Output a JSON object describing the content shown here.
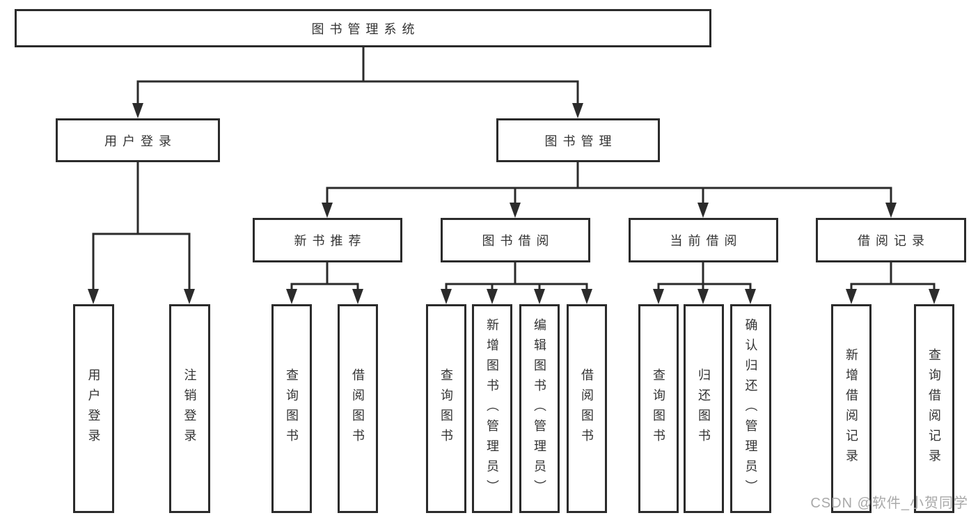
{
  "diagram": {
    "tree": {
      "root": "图书管理系统",
      "children": [
        {
          "label": "用户登录",
          "children": [
            "用户登录",
            "注销登录"
          ]
        },
        {
          "label": "图书管理",
          "children": [
            {
              "label": "新书推荐",
              "children": [
                "查询图书",
                "借阅图书"
              ]
            },
            {
              "label": "图书借阅",
              "children": [
                "查询图书",
                "新增图书（管理员）",
                "编辑图书（管理员）",
                "借阅图书"
              ]
            },
            {
              "label": "当前借阅",
              "children": [
                "查询图书",
                "归还图书",
                "确认归还（管理员）"
              ]
            },
            {
              "label": "借阅记录",
              "children": [
                "新增借阅记录",
                "查询借阅记录"
              ]
            }
          ]
        }
      ]
    },
    "colors": {
      "line": "#2b2b2b",
      "text": "#333333",
      "background": "#ffffff",
      "watermark": "#a9a9a9"
    }
  },
  "watermark": "CSDN @软件_小贺同学"
}
